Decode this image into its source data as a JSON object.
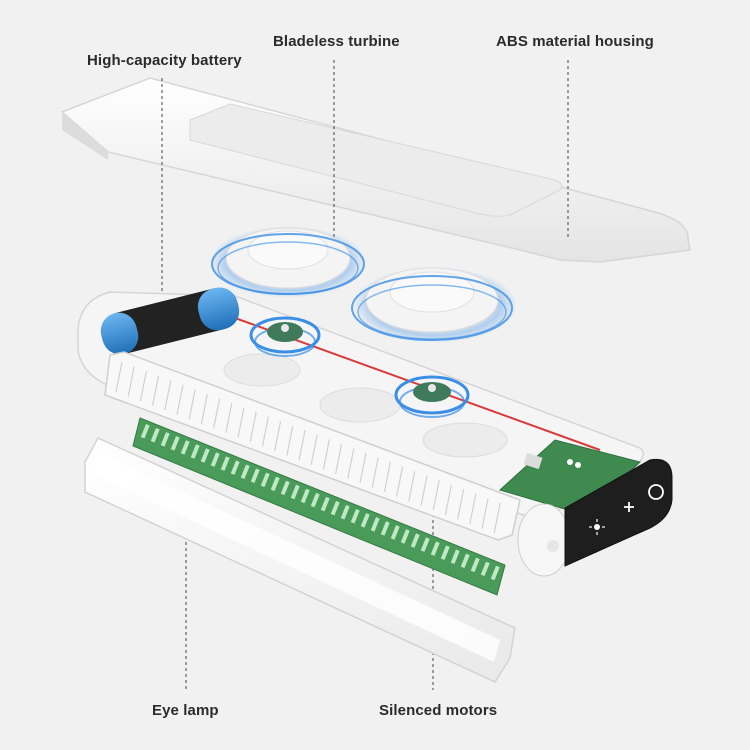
{
  "labels": {
    "battery": "High-capacity battery",
    "turbine": "Bladeless turbine",
    "housing": "ABS material housing",
    "lamp": "Eye lamp",
    "motors": "Silenced motors"
  },
  "icons": {
    "control_left": "brightness-icon",
    "control_middle": "plus-icon",
    "control_right": "power-icon"
  },
  "colors": {
    "background": "#f1f1f1",
    "housing": "#f7f7f7",
    "battery_blue": "#2f8fd8",
    "motor_green": "#3f7a5a",
    "pcb_green": "#3f8a4f",
    "led_strip": "#4a9a5a",
    "glow_blue": "#3a8ee6",
    "wire_red": "#d93a3a",
    "control_panel": "#1e1e1e"
  }
}
